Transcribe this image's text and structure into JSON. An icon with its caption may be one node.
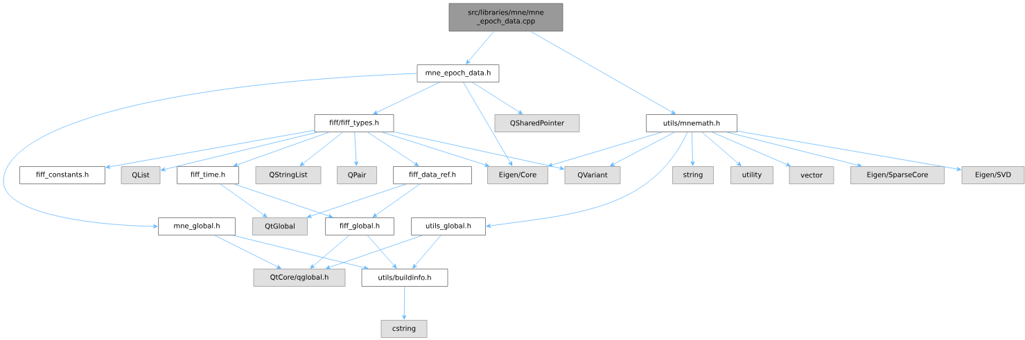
{
  "diagram": {
    "nodes": [
      {
        "text": [
          "src/libraries/mne/mne _epoch_data.cpp"
        ]
      },
      {
        "text": [
          "mne_epoch_data.h"
        ]
      },
      {
        "text": [
          "fiff/fiff_types.h"
        ]
      },
      {
        "text": [
          "QSharedPointer"
        ]
      },
      {
        "text": [
          "utils/mnemath.h"
        ]
      },
      {
        "text": [
          "fiff_constants.h"
        ]
      },
      {
        "text": [
          "QList"
        ]
      },
      {
        "text": [
          "fiff_time.h"
        ]
      },
      {
        "text": [
          "QStringList"
        ]
      },
      {
        "text": [
          "QPair"
        ]
      },
      {
        "text": [
          "fiff_data_ref.h"
        ]
      },
      {
        "text": [
          "Eigen/Core"
        ]
      },
      {
        "text": [
          "QVariant"
        ]
      },
      {
        "text": [
          "string"
        ]
      },
      {
        "text": [
          "utility"
        ]
      },
      {
        "text": [
          "vector"
        ]
      },
      {
        "text": [
          "Eigen/SparseCore"
        ]
      },
      {
        "text": [
          "Eigen/SVD"
        ]
      },
      {
        "text": [
          "mne_global.h"
        ]
      },
      {
        "text": [
          "QtGlobal"
        ]
      },
      {
        "text": [
          "fiff_global.h"
        ]
      },
      {
        "text": [
          "utils_global.h"
        ]
      },
      {
        "text": [
          "QtCore/qglobal.h"
        ]
      },
      {
        "text": [
          "utils/buildinfo.h"
        ]
      },
      {
        "text": [
          "cstring"
        ]
      }
    ],
    "edges": [
      {
        "from": 0,
        "to": 1,
        "arrow": "to"
      },
      {
        "from": 0,
        "to": 4,
        "arrow": "to"
      },
      {
        "from": 1,
        "to": 18,
        "arrow": "to"
      },
      {
        "from": 1,
        "to": 2,
        "arrow": "to"
      },
      {
        "from": 1,
        "to": 11,
        "arrow": "to"
      },
      {
        "from": 1,
        "to": 3,
        "arrow": "to"
      },
      {
        "from": 2,
        "to": 5,
        "arrow": "to"
      },
      {
        "from": 2,
        "to": 6,
        "arrow": "to"
      },
      {
        "from": 2,
        "to": 7,
        "arrow": "to"
      },
      {
        "from": 2,
        "to": 8,
        "arrow": "to"
      },
      {
        "from": 2,
        "to": 9,
        "arrow": "to"
      },
      {
        "from": 2,
        "to": 10,
        "arrow": "to"
      },
      {
        "from": 2,
        "to": 11,
        "arrow": "to"
      },
      {
        "from": 2,
        "to": 12,
        "arrow": "to"
      },
      {
        "from": 4,
        "to": 11,
        "arrow": "to"
      },
      {
        "from": 4,
        "to": 12,
        "arrow": "to"
      },
      {
        "from": 4,
        "to": 21,
        "arrow": "to"
      },
      {
        "from": 4,
        "to": 13,
        "arrow": "to"
      },
      {
        "from": 4,
        "to": 14,
        "arrow": "to"
      },
      {
        "from": 4,
        "to": 15,
        "arrow": "to"
      },
      {
        "from": 4,
        "to": 16,
        "arrow": "to"
      },
      {
        "from": 4,
        "to": 17,
        "arrow": "to"
      },
      {
        "from": 7,
        "to": 19,
        "arrow": "to"
      },
      {
        "from": 7,
        "to": 20,
        "arrow": "to"
      },
      {
        "from": 10,
        "to": 19,
        "arrow": "to"
      },
      {
        "from": 10,
        "to": 20,
        "arrow": "to"
      },
      {
        "from": 18,
        "to": 22,
        "arrow": "to"
      },
      {
        "from": 18,
        "to": 23,
        "arrow": "to"
      },
      {
        "from": 20,
        "to": 22,
        "arrow": "to"
      },
      {
        "from": 20,
        "to": 23,
        "arrow": "to"
      },
      {
        "from": 21,
        "to": 22,
        "arrow": "to"
      },
      {
        "from": 21,
        "to": 23,
        "arrow": "to"
      },
      {
        "from": 23,
        "to": 24,
        "arrow": "to"
      }
    ]
  }
}
